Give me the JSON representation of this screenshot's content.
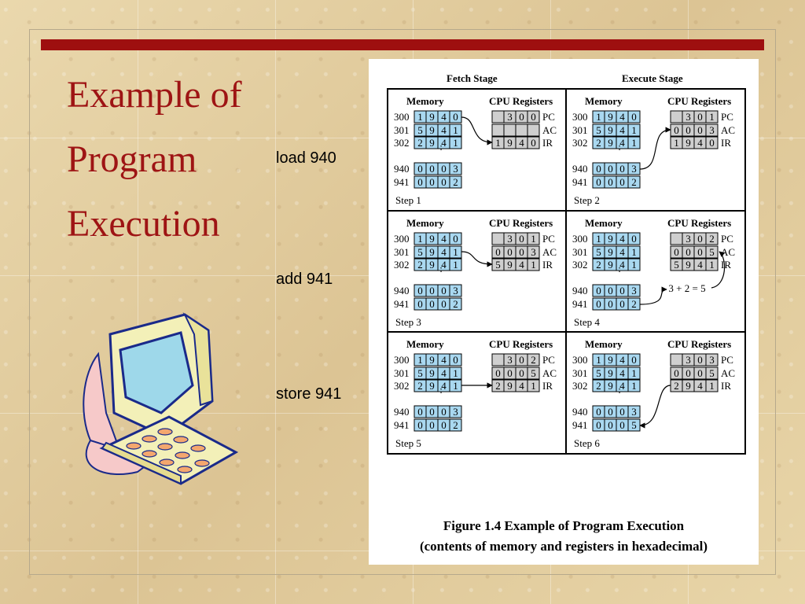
{
  "slide": {
    "title_lines": [
      "Example of",
      "Program",
      "Execution"
    ],
    "instructions": [
      "load 940",
      "add 941",
      "store 941"
    ]
  },
  "figure": {
    "header_fetch": "Fetch Stage",
    "header_execute": "Execute Stage",
    "memory_label": "Memory",
    "cpu_label": "CPU Registers",
    "dots": ":",
    "caption_line1": "Figure 1.4 Example of Program Execution",
    "caption_line2": "(contents of memory and registers in hexadecimal)",
    "register_names": [
      "PC",
      "AC",
      "IR"
    ],
    "steps": [
      {
        "label": "Step 1",
        "mem": {
          "300": "1940",
          "301": "5941",
          "302": "2941",
          "940": "0003",
          "941": "0002"
        },
        "pc": "300",
        "ac": "",
        "ir": "1940"
      },
      {
        "label": "Step 2",
        "mem": {
          "300": "1940",
          "301": "5941",
          "302": "2941",
          "940": "0003",
          "941": "0002"
        },
        "pc": "301",
        "ac": "0003",
        "ir": "1940"
      },
      {
        "label": "Step 3",
        "mem": {
          "300": "1940",
          "301": "5941",
          "302": "2941",
          "940": "0003",
          "941": "0002"
        },
        "pc": "301",
        "ac": "0003",
        "ir": "5941"
      },
      {
        "label": "Step 4",
        "mem": {
          "300": "1940",
          "301": "5941",
          "302": "2941",
          "940": "0003",
          "941": "0002"
        },
        "pc": "302",
        "ac": "0005",
        "ir": "5941",
        "note": "3 + 2 = 5"
      },
      {
        "label": "Step 5",
        "mem": {
          "300": "1940",
          "301": "5941",
          "302": "2941",
          "940": "0003",
          "941": "0002"
        },
        "pc": "302",
        "ac": "0005",
        "ir": "2941"
      },
      {
        "label": "Step 6",
        "mem": {
          "300": "1940",
          "301": "5941",
          "302": "2941",
          "940": "0003",
          "941": "0005"
        },
        "pc": "303",
        "ac": "0005",
        "ir": "2941"
      }
    ]
  },
  "colors": {
    "title": "#9e1414",
    "bar": "#9e0f0f",
    "memory_cell": "#a9d8f0",
    "register_cell": "#cfcfcf"
  }
}
